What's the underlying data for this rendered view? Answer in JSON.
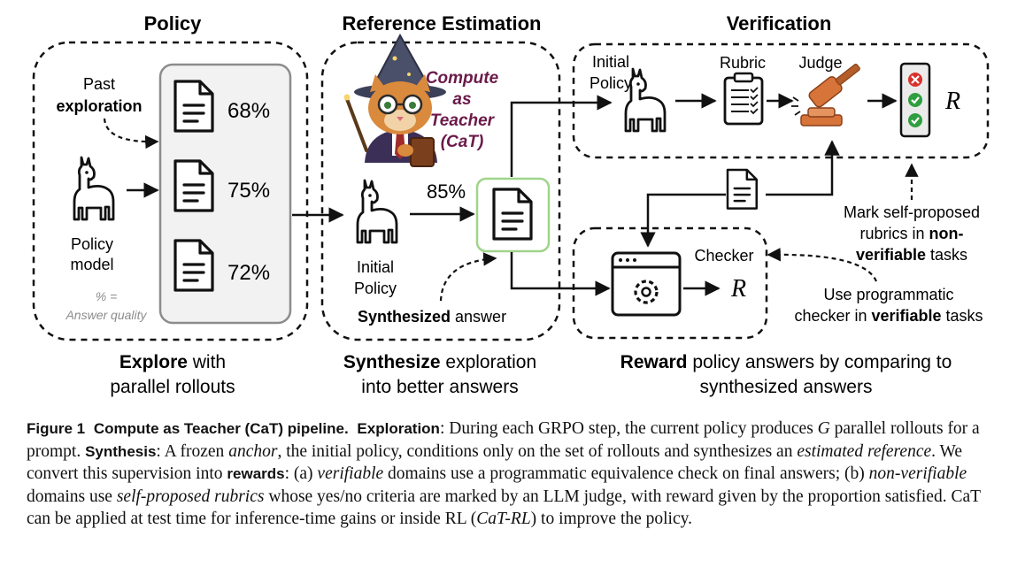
{
  "headings": {
    "policy": "Policy",
    "reference": "Reference Estimation",
    "verification": "Verification"
  },
  "policy_panel": {
    "past_line1": "Past",
    "past_line2": "exploration",
    "model_line1": "Policy",
    "model_line2": "model",
    "legend_line1": "% =",
    "legend_line2": "Answer quality",
    "rollouts": [
      "68%",
      "75%",
      "72%"
    ]
  },
  "reference_panel": {
    "teacher_line1": "Compute",
    "teacher_line2": "as",
    "teacher_line3": "Teacher",
    "teacher_line4": "(CaT)",
    "initial_line1": "Initial",
    "initial_line2": "Policy",
    "estimate": "85%",
    "synth_bold": "Synthesized",
    "synth_rest": " answer"
  },
  "verification_panel": {
    "initial_line1": "Initial",
    "initial_line2": "Policy",
    "rubric": "Rubric",
    "judge": "Judge",
    "reward_symbol": "R"
  },
  "checker_panel": {
    "checker": "Checker",
    "reward_symbol": "R"
  },
  "side_notes": {
    "mark_line1": "Mark self-proposed",
    "mark_line2_pre": "rubrics in ",
    "mark_line2_bold": "non-",
    "mark_line3_bold": "verifiable",
    "mark_line3_post": " tasks",
    "use_line1": "Use programmatic",
    "use_line2_pre": "checker in ",
    "use_line2_bold": "verifiable",
    "use_line2_post": " tasks"
  },
  "bottom_labels": {
    "explore_bold": "Explore",
    "explore_rest": " with",
    "explore_line2": "parallel rollouts",
    "synth_bold": "Synthesize",
    "synth_rest": " exploration",
    "synth_line2": "into better answers",
    "reward_bold": "Reward",
    "reward_rest": " policy answers by comparing to",
    "reward_line2": "synthesized answers"
  },
  "caption": {
    "label": "Figure 1",
    "title": "Compute as Teacher (CaT) pipeline.",
    "exploration_label": "Exploration",
    "exploration_text_a": ": During each GRPO step, the current policy produces ",
    "g_symbol": "G",
    "exploration_text_b": " parallel rollouts for a prompt. ",
    "synthesis_label": "Synthesis",
    "synthesis_text_a": ": A frozen ",
    "anchor": "anchor",
    "synthesis_text_b": ", the initial policy, conditions only on the set of rollouts and synthesizes an ",
    "estimated_reference": "estimated reference",
    "synthesis_text_c": ". We convert this supervision into ",
    "rewards_label": "rewards",
    "rewards_text_a": ": (a) ",
    "verifiable": "verifiable",
    "rewards_text_b": " domains use a programmatic equivalence check on final answers; (b) ",
    "non_verifiable": "non-verifiable",
    "rewards_text_c": " domains use ",
    "self_proposed": "self-proposed rubrics",
    "rewards_text_d": " whose yes/no criteria are marked by an LLM judge, with reward given by the proportion satisfied. CaT can be applied at test time for inference-time gains or inside RL (",
    "cat_rl": "CaT-RL",
    "rewards_text_e": ") to improve the policy."
  },
  "colors": {
    "teacher_text": "#6b1a4a",
    "doc_border": "#9fd48a",
    "check_green": "#2f9e3f",
    "cross_red": "#d9322b",
    "gavel_orange": "#d7743a",
    "cat_orange": "#d98a3d",
    "wizard_hat": "#4a4f6a"
  }
}
